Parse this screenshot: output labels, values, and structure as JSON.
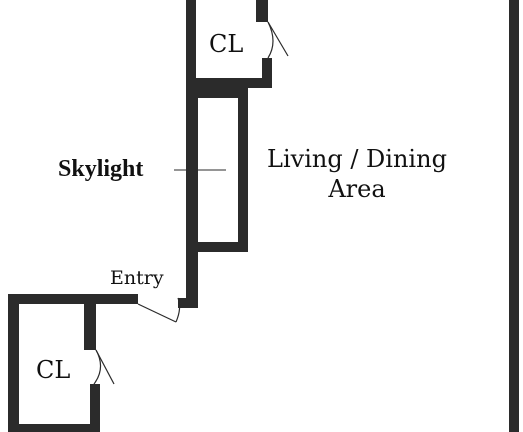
{
  "colors": {
    "wall": "#2b2b2b",
    "background": "#ffffff",
    "text": "#111111"
  },
  "labels": {
    "closet_top": "CL",
    "closet_bottom": "CL",
    "skylight": "Skylight",
    "living_line1": "Living / Dining",
    "living_line2": "Area",
    "entry": "Entry"
  }
}
